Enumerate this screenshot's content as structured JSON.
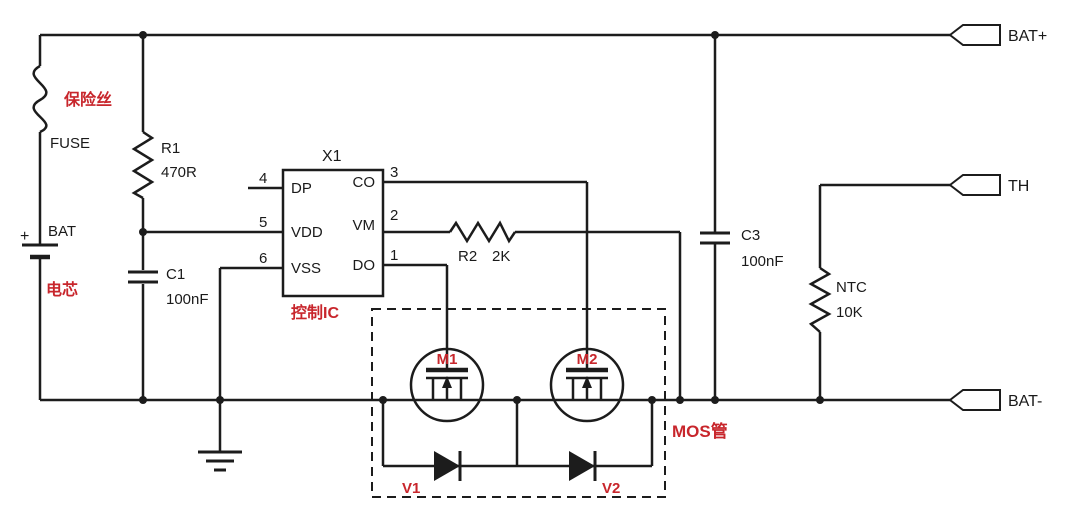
{
  "colors": {
    "line": "#1c1c1c",
    "accent_red": "#c8262c",
    "background": "#ffffff"
  },
  "terminals": {
    "bat_plus": "BAT+",
    "th": "TH",
    "bat_minus": "BAT-"
  },
  "fuse": {
    "label_cn": "保险丝",
    "label": "FUSE"
  },
  "battery": {
    "label": "BAT",
    "plus_sign": "+",
    "cell_label_cn": "电芯"
  },
  "r1": {
    "ref": "R1",
    "value": "470R"
  },
  "c1": {
    "ref": "C1",
    "value": "100nF"
  },
  "ic": {
    "ref": "X1",
    "label_cn": "控制IC",
    "pins_left": [
      {
        "num": "4",
        "name": "DP"
      },
      {
        "num": "5",
        "name": "VDD"
      },
      {
        "num": "6",
        "name": "VSS"
      }
    ],
    "pins_right": [
      {
        "num": "3",
        "name": "CO"
      },
      {
        "num": "2",
        "name": "VM"
      },
      {
        "num": "1",
        "name": "DO"
      }
    ]
  },
  "r2": {
    "ref": "R2",
    "value": "2K"
  },
  "c3": {
    "ref": "C3",
    "value": "100nF"
  },
  "ntc": {
    "ref": "NTC",
    "value": "10K"
  },
  "mosfets": {
    "m1": "M1",
    "m2": "M2",
    "group_label_cn": "MOS管"
  },
  "diodes": {
    "v1": "V1",
    "v2": "V2"
  }
}
